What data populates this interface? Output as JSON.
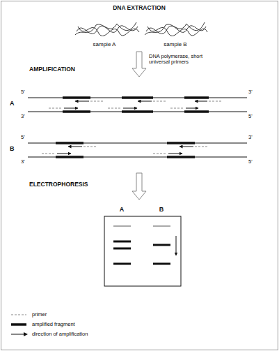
{
  "diagram": {
    "labels": [
      "DNA EXTRACTION",
      "sample A",
      "sample B",
      "AMPLIFICATION",
      "DNA polymerase, short universal primers",
      "5'",
      "3'",
      "A",
      "3'",
      "5'",
      "5'",
      "3'",
      "B",
      "3'",
      "5'",
      "ELECTROPHORESIS",
      "A",
      "B"
    ],
    "legend": [
      {
        "text": "primer"
      },
      {
        "text": "amplified fragment"
      },
      {
        "text": "direction of amplification"
      }
    ]
  }
}
